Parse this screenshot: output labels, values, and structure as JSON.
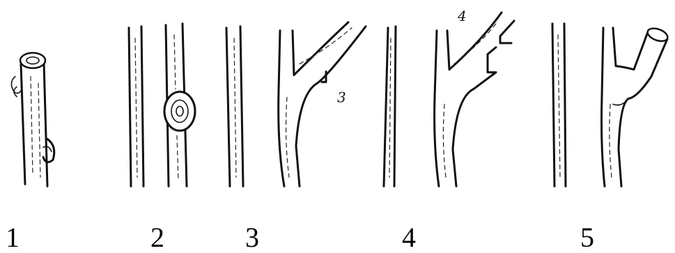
{
  "figures": [
    {
      "number": "1"
    },
    {
      "number": "2"
    },
    {
      "number": "3",
      "inline_label": "3"
    },
    {
      "number": "4",
      "inline_label": "4"
    },
    {
      "number": "5"
    }
  ]
}
